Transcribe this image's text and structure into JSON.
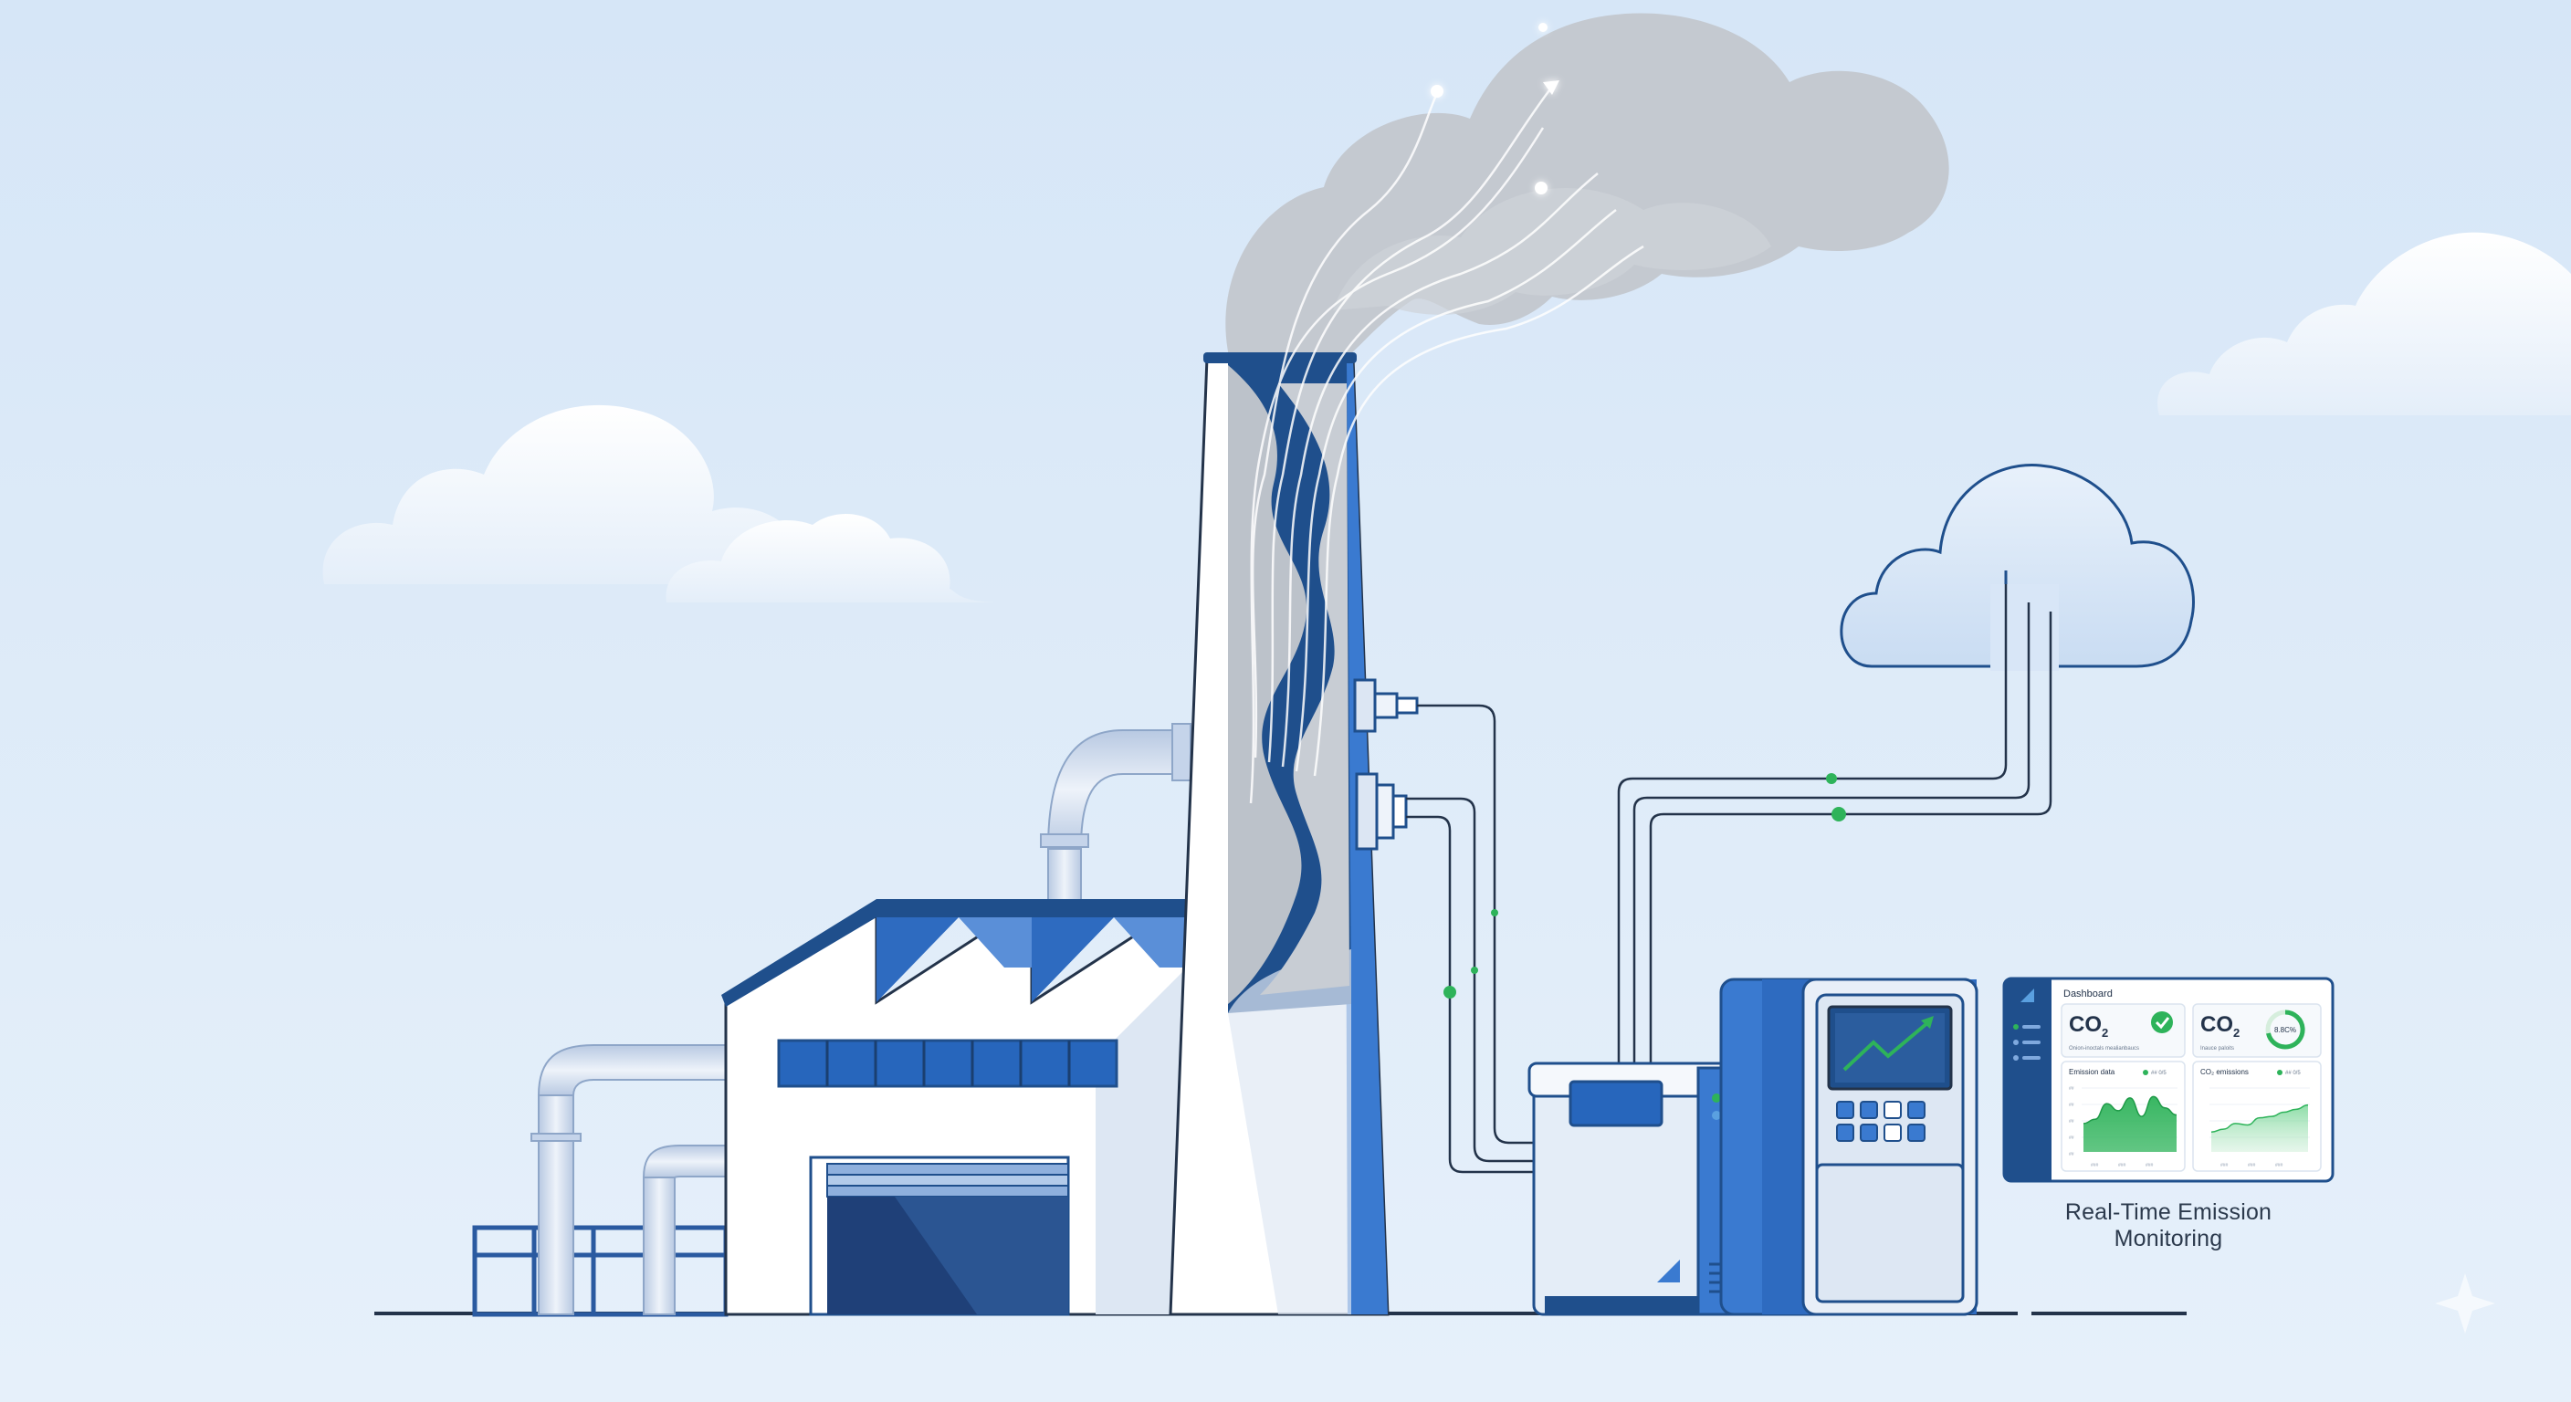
{
  "caption": "Real-Time Emission Monitoring",
  "dashboard": {
    "title": "Dashboard",
    "card1_title": "CO",
    "card1_sub": "2",
    "card1_desc": "Onion-inoctals mealianbaucs",
    "card2_title": "CO",
    "card2_sub": "2",
    "card2_desc": "Inauce paloits",
    "card2_gauge": "8.8C%",
    "chart1_title": "Emission data",
    "chart1_tag": "## 0/5",
    "chart2_title": "CO₂ emissions",
    "chart2_tag": "## 0/5"
  },
  "colors": {
    "sky": "#dbe9f8",
    "navy": "#1f4f8c",
    "blue": "#3a7ad0",
    "light_blue": "#c5d8ef",
    "green": "#2eb35a",
    "smoke": "#bcc3cc"
  },
  "chart_series": {
    "emission_data": [
      2.0,
      2.3,
      3.4,
      2.9,
      3.8,
      2.5,
      3.9,
      3.1,
      2.6
    ],
    "co2_emissions": [
      1.4,
      1.6,
      2.0,
      1.9,
      2.4,
      2.5,
      2.8,
      3.0,
      3.3
    ]
  }
}
